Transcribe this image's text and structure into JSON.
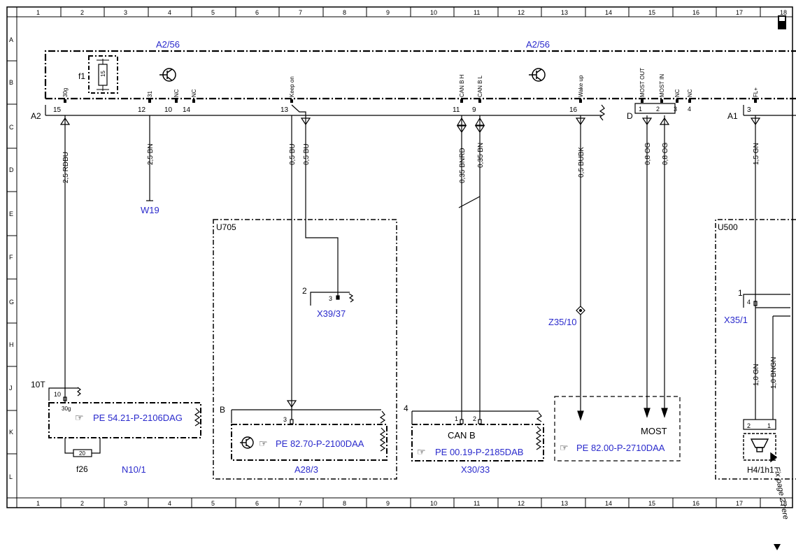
{
  "colors": {
    "line": "#000000",
    "label": "#2a2acc"
  },
  "grid": {
    "cols": [
      "1",
      "2",
      "3",
      "4",
      "5",
      "6",
      "7",
      "8",
      "9",
      "10",
      "11",
      "12",
      "13",
      "14",
      "15",
      "16",
      "17",
      "18"
    ],
    "rows": [
      "A",
      "B",
      "C",
      "D",
      "E",
      "F",
      "G",
      "H",
      "J",
      "K",
      "L"
    ]
  },
  "modules": {
    "top_left": "A2/56",
    "top_right": "A2/56",
    "fuse_f1": "f1",
    "fuse_f1_num": "15",
    "conn_a2": "A2",
    "conn_d": "D",
    "conn_a1": "A1"
  },
  "pins": [
    {
      "id": "p15",
      "name": "30g",
      "pin": "15"
    },
    {
      "id": "p12",
      "name": "31",
      "pin": "12"
    },
    {
      "id": "p10",
      "name": "NC",
      "pin": "10"
    },
    {
      "id": "p14",
      "name": "NC",
      "pin": "14"
    },
    {
      "id": "p13",
      "name": "Keep on",
      "pin": "13"
    },
    {
      "id": "p11",
      "name": "CAN B H",
      "pin": "11"
    },
    {
      "id": "p9",
      "name": "CAN B L",
      "pin": "9"
    },
    {
      "id": "p16",
      "name": "Wake up",
      "pin": "16"
    },
    {
      "id": "pd1",
      "name": "MOST OUT",
      "pin": "1"
    },
    {
      "id": "pd2",
      "name": "MOST IN",
      "pin": "2"
    },
    {
      "id": "pd3",
      "name": "NC",
      "pin": "3"
    },
    {
      "id": "pd4",
      "name": "NC",
      "pin": "4"
    },
    {
      "id": "pa3",
      "name": "FL+",
      "pin": "3"
    }
  ],
  "wires": [
    {
      "id": "w1",
      "label": "2,5 RDBU"
    },
    {
      "id": "w2",
      "label": "2,5 BN"
    },
    {
      "id": "w3",
      "label": "0,5 BU"
    },
    {
      "id": "w4",
      "label": "0,5 BU"
    },
    {
      "id": "w5",
      "label": "0,35 BNRD"
    },
    {
      "id": "w6",
      "label": "0,35 BN"
    },
    {
      "id": "w7",
      "label": "0,5 BUBK"
    },
    {
      "id": "w8",
      "label": "0,8 OG"
    },
    {
      "id": "w9",
      "label": "0,8 OG"
    },
    {
      "id": "w10",
      "label": "1,5 GN"
    },
    {
      "id": "w11",
      "label": "1,0 GN"
    },
    {
      "id": "w12",
      "label": "1,0 BNGN"
    }
  ],
  "components": {
    "w19": "W19",
    "u705": "U705",
    "x39_37": "X39/37",
    "x39_pin_outer": "2",
    "x39_pin_inner": "3",
    "z35_10": "Z35/10",
    "x35_1": "X35/1",
    "x35_pin_outer": "1",
    "x35_pin_inner": "4",
    "u500": "U500",
    "t10": "10T",
    "t10_pin": "10",
    "t30g": "30g",
    "pe_n10": "PE 54.21-P-2106DAG",
    "fuse_f26_num": "20",
    "f26": "f26",
    "n10_1": "N10/1",
    "b_conn": "B",
    "b_pin": "3",
    "pe_a28": "PE 82.70-P-2100DAA",
    "a28_3": "A28/3",
    "conn4": "4",
    "can_pin1": "1",
    "can_pin2": "2",
    "can_b": "CAN B",
    "pe_x30": "PE 00.19-P-2185DAB",
    "x30_33": "X30/33",
    "most": "MOST",
    "pe_most": "PE 82.00-P-2710DAA",
    "h4_pin2": "2",
    "h4_pin1": "1",
    "h4_1h1": "H4/1h1",
    "fix_page": "Fix page 2 here"
  }
}
